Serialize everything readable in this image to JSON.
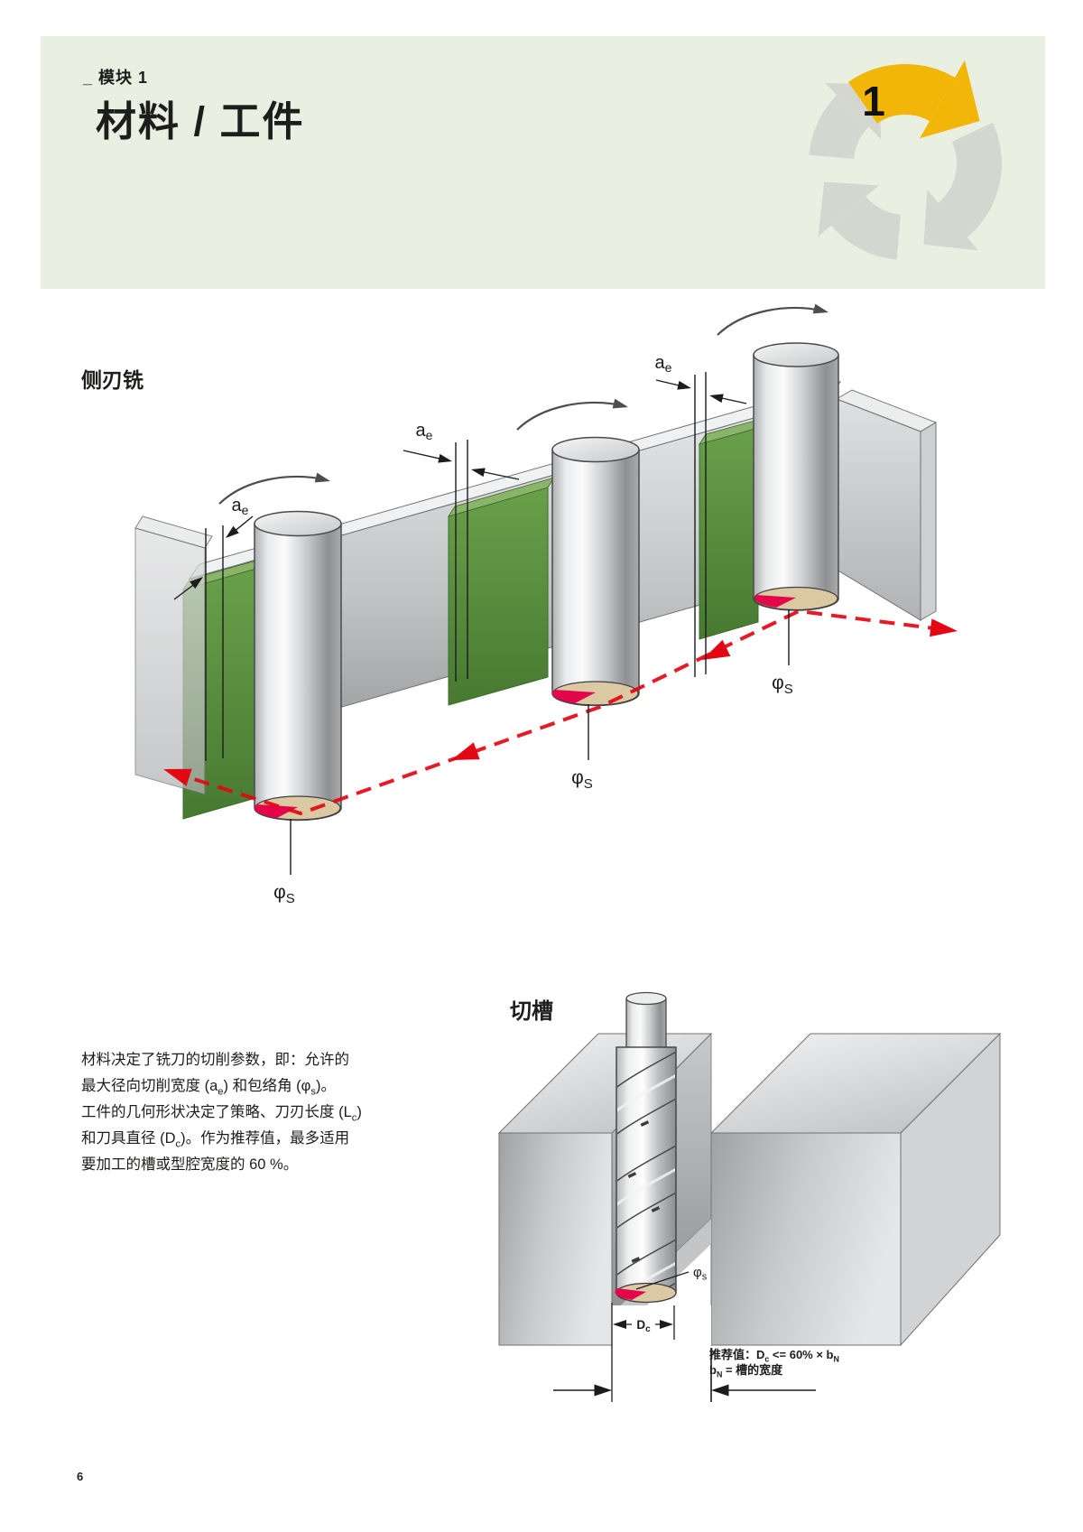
{
  "page": {
    "number": "6"
  },
  "header": {
    "module_label": "_ 模块 1",
    "title": "材料 / 工件",
    "band_color": "#eaf0e1",
    "cycle": {
      "step": "1",
      "accent_color": "#f2b608",
      "gray_color": "#d4d7d0"
    }
  },
  "icons": {
    "cycle": "circular-process-arrows",
    "rotation": "clockwise-rotation-arc-arrow",
    "feed": "red-dashed-feed-path-arrow"
  },
  "figure_side_milling": {
    "label": "侧刃铣",
    "ae_label": {
      "main": "a",
      "sub": "e"
    },
    "phi_label": {
      "main": "φ",
      "sub": "S"
    },
    "colors": {
      "removal_green": "#5a9140",
      "path_red": "#e30613",
      "engagement_red": "#e4064b",
      "bottom_tan": "#dbc9a4"
    }
  },
  "paragraph": {
    "lines": [
      "材料决定了铣刀的切削参数，即：允许的",
      "最大径向切削宽度 (a~e~) 和包络角 (φ~s~)。",
      "工件的几何形状决定了策略、刀刃长度 (L~c~)",
      "和刀具直径 (D~c~)。作为推荐值，最多适用",
      "要加工的槽或型腔宽度的 60 %。"
    ]
  },
  "figure_slotting": {
    "label": "切槽",
    "phi_label": {
      "main": "φ",
      "sub": "s"
    },
    "dc_label": {
      "main": "D",
      "sub": "c"
    },
    "recommendation": {
      "line1": "推荐值：D~c~ <= 60% × b~N~",
      "line2": "b~N~ = 槽的宽度"
    }
  }
}
